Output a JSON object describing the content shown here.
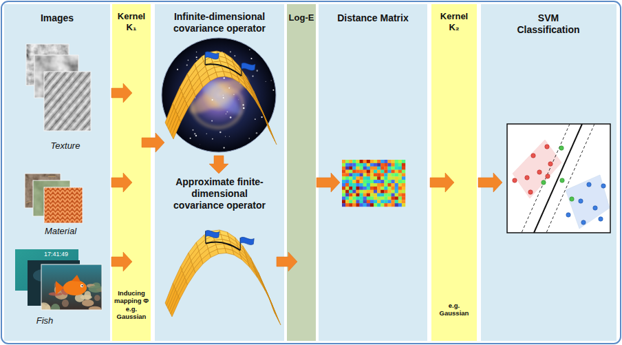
{
  "diagram": {
    "nodes": [
      {
        "text": [
          "Images",
          "Texture",
          "Material",
          "Fish"
        ]
      },
      {
        "text": [
          "Kernel K₁",
          "Inducing mapping Φ e.g. Gaussian"
        ]
      },
      {
        "text": [
          "Infinite-dimensional covariance operator",
          "Approximate finite-dimensional covariance operator"
        ]
      },
      {
        "text": [
          "Log-E"
        ]
      },
      {
        "text": [
          "Distance Matrix"
        ]
      },
      {
        "text": [
          "Kernel K₂",
          "e.g. Gaussian"
        ]
      },
      {
        "text": [
          "SVM Classification"
        ]
      }
    ],
    "edges": [
      {
        "from": 0,
        "to": 1,
        "arrow": "to"
      },
      {
        "from": 0,
        "to": 1,
        "arrow": "to"
      },
      {
        "from": 0,
        "to": 1,
        "arrow": "to"
      },
      {
        "from": 1,
        "to": 2,
        "arrow": "to"
      },
      {
        "from": 2,
        "to": 3,
        "arrow": "to"
      },
      {
        "from": 3,
        "to": 4,
        "arrow": "to"
      },
      {
        "from": 4,
        "to": 5,
        "arrow": "to"
      },
      {
        "from": 5,
        "to": 6,
        "arrow": "to"
      }
    ],
    "labels": [
      "17:41:49"
    ]
  }
}
